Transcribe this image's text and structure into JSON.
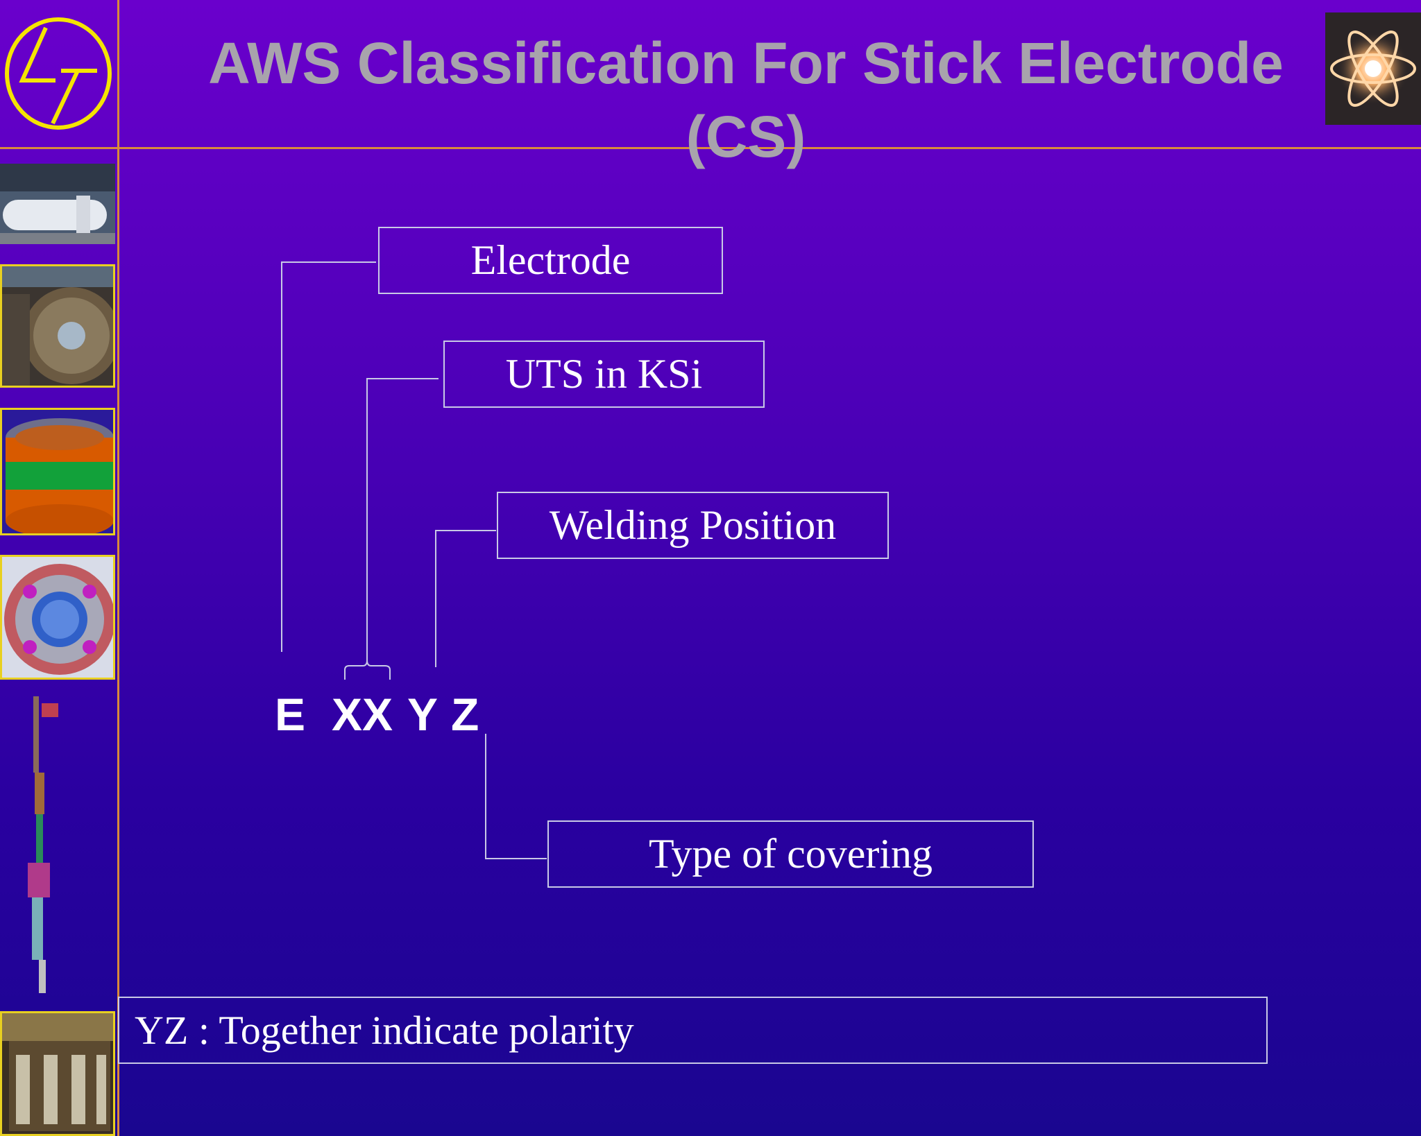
{
  "slide": {
    "title_line1": "AWS Classification For Stick Electrode",
    "title_line2": "(CS)"
  },
  "code": {
    "e": "E",
    "xx": "XX",
    "y": "Y",
    "z": "Z"
  },
  "labels": {
    "electrode": "Electrode",
    "uts": "UTS in KSi",
    "welding_position": "Welding Position",
    "covering": "Type of covering"
  },
  "footer": {
    "note": "YZ : Together indicate polarity"
  },
  "colors": {
    "background_top": "#6a00cc",
    "background_bottom": "#1a0690",
    "accent_line": "#d98a3a",
    "logo_yellow": "#f5e400",
    "title_gray": "#a8a3ac"
  },
  "icons": {
    "logo": "lt-logo-icon",
    "corner": "atom-glow-icon"
  }
}
